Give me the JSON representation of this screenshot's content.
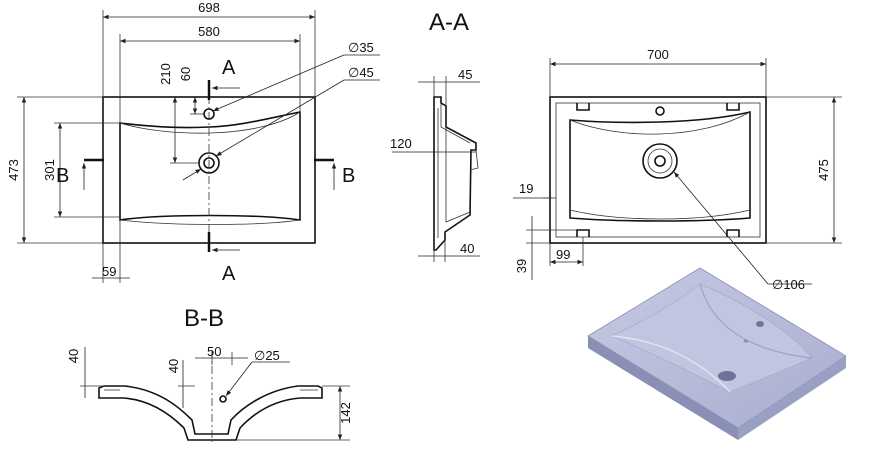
{
  "sections": {
    "aa_title": "A-A",
    "bb_title": "B-B",
    "marker_a_top": "A",
    "marker_a_bottom": "A",
    "marker_b_left": "B",
    "marker_b_right": "B"
  },
  "top_view": {
    "dim_width_outer": "698",
    "dim_width_inner": "580",
    "dim_depth": "473",
    "dim_basin_depth": "301",
    "dim_tap_offset": "210",
    "dim_tap_edge": "60",
    "dim_tap_hole": "∅35",
    "dim_drain_hole": "∅45",
    "dim_side_margin": "59"
  },
  "section_aa": {
    "dim_top": "45",
    "dim_height": "120",
    "dim_bottom": "40"
  },
  "bottom_view": {
    "dim_width": "700",
    "dim_depth": "475",
    "dim_rim": "19",
    "dim_bottom_offset": "39",
    "dim_side_offset": "99",
    "dim_drain_hole": "∅106"
  },
  "section_bb": {
    "dim_rim_height": "40",
    "dim_drain_depth": "40",
    "dim_drain_offset": "50",
    "dim_drain_hole": "∅25",
    "dim_total_height": "142"
  },
  "colors": {
    "render_top": "#b9bcd9",
    "render_side": "#8a8fb5"
  }
}
